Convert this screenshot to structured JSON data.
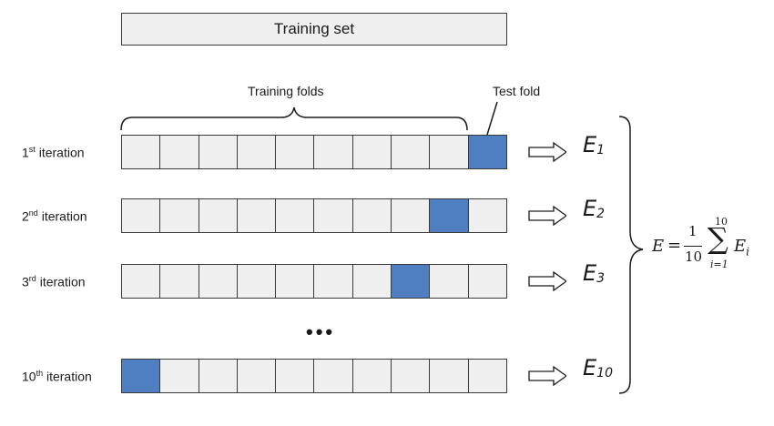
{
  "training_set_label": "Training set",
  "training_folds_label": "Training folds",
  "test_fold_label": "Test fold",
  "colors": {
    "test_fold": "#4f7fc0",
    "fold": "#efefef"
  },
  "fold_count": 10,
  "iterations": [
    {
      "ordinal": "1",
      "suffix": "st",
      "word": "iteration",
      "test_fold_index": 9,
      "error_symbol": "E",
      "error_sub": "1"
    },
    {
      "ordinal": "2",
      "suffix": "nd",
      "word": "iteration",
      "test_fold_index": 8,
      "error_symbol": "E",
      "error_sub": "2"
    },
    {
      "ordinal": "3",
      "suffix": "rd",
      "word": "iteration",
      "test_fold_index": 7,
      "error_symbol": "E",
      "error_sub": "3"
    },
    {
      "ordinal": "10",
      "suffix": "th",
      "word": "iteration",
      "test_fold_index": 0,
      "error_symbol": "E",
      "error_sub": "10"
    }
  ],
  "ellipsis": "•••",
  "formula": {
    "lhs": "E",
    "equals": "=",
    "numerator": "1",
    "denominator": "10",
    "sigma": "∑",
    "upper": "10",
    "lower": "i=1",
    "term": "E",
    "term_sub": "i"
  }
}
